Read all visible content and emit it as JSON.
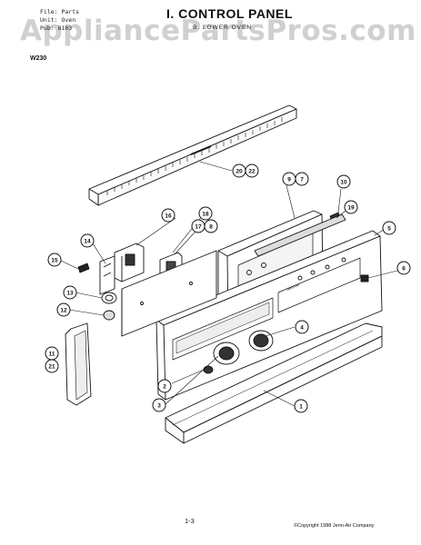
{
  "header": {
    "meta_lines": [
      "File: Parts",
      "Unit: Oven",
      "Pub: 8103"
    ],
    "title": "I. CONTROL PANEL",
    "subtitle": "B. LOWER OVEN"
  },
  "model": "W230",
  "watermark": "AppliancePartsPros.com",
  "footer": {
    "page_number": "1-3",
    "copyright": "©Copyright 1988 Jenn-Air Company"
  },
  "brand_on_panel": "Jenn-Air",
  "callouts": [
    {
      "id": "c20",
      "text": "20",
      "shape": "double-left"
    },
    {
      "id": "c22",
      "text": "22",
      "shape": "double-right"
    },
    {
      "id": "c9",
      "text": "9",
      "shape": "double-left"
    },
    {
      "id": "c7",
      "text": "7",
      "shape": "double-right"
    },
    {
      "id": "c10",
      "text": "10",
      "shape": "single"
    },
    {
      "id": "c19",
      "text": "19",
      "shape": "single"
    },
    {
      "id": "c5",
      "text": "5",
      "shape": "single"
    },
    {
      "id": "c16",
      "text": "16",
      "shape": "single"
    },
    {
      "id": "c18",
      "text": "18",
      "shape": "single"
    },
    {
      "id": "c17",
      "text": "17",
      "shape": "double-left"
    },
    {
      "id": "c8",
      "text": "8",
      "shape": "double-right"
    },
    {
      "id": "c14",
      "text": "14",
      "shape": "single"
    },
    {
      "id": "c15",
      "text": "15",
      "shape": "single"
    },
    {
      "id": "c6",
      "text": "6",
      "shape": "single"
    },
    {
      "id": "c13",
      "text": "13",
      "shape": "single"
    },
    {
      "id": "c12",
      "text": "12",
      "shape": "single"
    },
    {
      "id": "c4",
      "text": "4",
      "shape": "single"
    },
    {
      "id": "c11",
      "text": "11",
      "shape": "stack-top"
    },
    {
      "id": "c21",
      "text": "21",
      "shape": "stack-bottom"
    },
    {
      "id": "c2",
      "text": "2",
      "shape": "single"
    },
    {
      "id": "c3",
      "text": "3",
      "shape": "single"
    },
    {
      "id": "c1",
      "text": "1",
      "shape": "single"
    }
  ]
}
